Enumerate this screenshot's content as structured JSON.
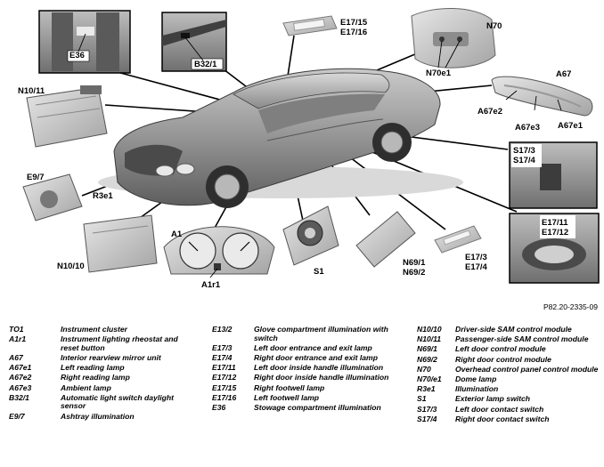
{
  "callouts": {
    "e36": "E36",
    "b32_1": "B32/1",
    "e17_15_16": "E17/15\nE17/16",
    "n70": "N70",
    "n70e1": "N70e1",
    "a67": "A67",
    "a67e2": "A67e2",
    "a67e3": "A67e3",
    "a67e1": "A67e1",
    "n10_11": "N10/11",
    "e9_7": "E9/7",
    "r3e1": "R3e1",
    "s17_3_4": "S17/3\nS17/4",
    "e17_11_12": "E17/11\nE17/12",
    "n10_10": "N10/10",
    "a1": "A1",
    "a1r1": "A1r1",
    "s1": "S1",
    "n69": "N69/1\nN69/2",
    "e17_3_4": "E17/3\nE17/4"
  },
  "figure_code": "P82.20-2335-09",
  "legend": {
    "col1": [
      {
        "code": "TO1",
        "desc": "Instrument cluster"
      },
      {
        "code": "A1r1",
        "desc": "Instrument lighting rheostat and reset button"
      },
      {
        "code": "A67",
        "desc": "Interior rearview mirror unit"
      },
      {
        "code": "A67e1",
        "desc": "Left reading lamp"
      },
      {
        "code": "A67e2",
        "desc": "Right reading lamp"
      },
      {
        "code": "A67e3",
        "desc": "Ambient lamp"
      },
      {
        "code": "B32/1",
        "desc": "Automatic light switch daylight sensor"
      },
      {
        "code": "E9/7",
        "desc": "Ashtray illumination"
      }
    ],
    "col2": [
      {
        "code": "E13/2",
        "desc": "Glove compartment illumination with switch"
      },
      {
        "code": "E17/3",
        "desc": "Left door entrance and exit lamp"
      },
      {
        "code": "E17/4",
        "desc": "Right door entrance and exit lamp"
      },
      {
        "code": "E17/11",
        "desc": "Left door inside handle illumination"
      },
      {
        "code": "E17/12",
        "desc": "Right door inside handle illumination"
      },
      {
        "code": "E17/15",
        "desc": "Right footwell lamp"
      },
      {
        "code": "E17/16",
        "desc": "Left footwell lamp"
      },
      {
        "code": "E36",
        "desc": "Stowage compartment illumination"
      }
    ],
    "col3": [
      {
        "code": "N10/10",
        "desc": "Driver-side SAM control module"
      },
      {
        "code": "N10/11",
        "desc": "Passenger-side SAM control module"
      },
      {
        "code": "N69/1",
        "desc": "Left door control module"
      },
      {
        "code": "N69/2",
        "desc": "Right door control module"
      },
      {
        "code": "N70",
        "desc": "Overhead control panel control module"
      },
      {
        "code": "N70/e1",
        "desc": "Dome lamp"
      },
      {
        "code": "R3e1",
        "desc": "Illumination"
      },
      {
        "code": "S1",
        "desc": "Exterior lamp switch"
      },
      {
        "code": "S17/3",
        "desc": "Left door contact switch"
      },
      {
        "code": "S17/4",
        "desc": "Right door contact switch"
      }
    ]
  }
}
